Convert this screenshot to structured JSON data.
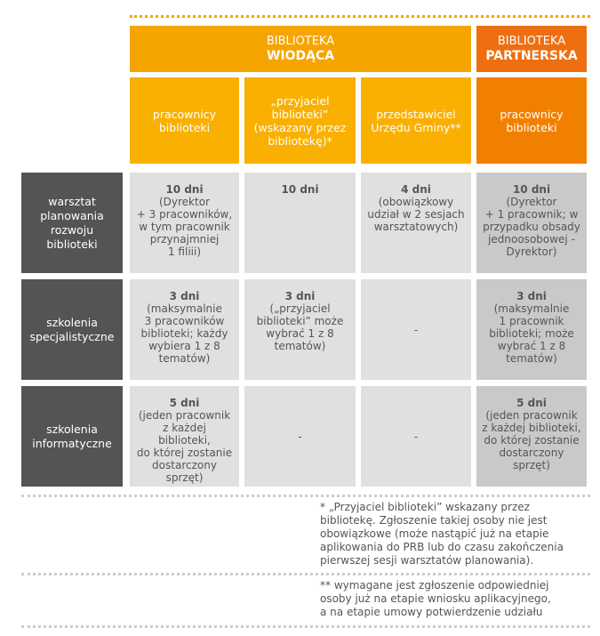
{
  "header": {
    "wiodaca_line1": "BIBLIOTEKA",
    "wiodaca_line2": "WIODĄCA",
    "partnerska_line1": "BIBLIOTEKA",
    "partnerska_line2": "PARTNERSKA"
  },
  "columns": [
    {
      "lines": [
        "pracownicy",
        "biblioteki"
      ]
    },
    {
      "lines": [
        "„przyjaciel",
        "biblioteki”",
        "(wskazany przez",
        "bibliotekę)*"
      ]
    },
    {
      "lines": [
        "przedstawiciel",
        "Urzędu Gminy**"
      ]
    },
    {
      "lines": [
        "pracownicy",
        "biblioteki"
      ]
    }
  ],
  "rows": [
    {
      "label": [
        "warsztat",
        "planowania",
        "rozwoju",
        "biblioteki"
      ],
      "cells": [
        {
          "title": "10 dni",
          "lines": [
            "(Dyrektor",
            "+ 3 pracowników,",
            "w tym pracownik",
            "przynajmniej",
            "1 filiii)"
          ]
        },
        {
          "title": "10 dni",
          "lines": [
            "",
            "",
            "",
            "",
            ""
          ]
        },
        {
          "title": "4 dni",
          "lines": [
            "(obowiązkowy",
            "udział w 2 sesjach",
            "warsztatowych)",
            "",
            ""
          ]
        },
        {
          "title": "10 dni",
          "lines": [
            "(Dyrektor",
            "+ 1 pracownik; w",
            "przypadku obsady",
            "jednoosobowej -",
            "Dyrektor)"
          ]
        }
      ]
    },
    {
      "label": [
        "szkolenia",
        "specjalistyczne"
      ],
      "cells": [
        {
          "title": "3 dni",
          "lines": [
            "(maksymalnie",
            "3 pracowników",
            "biblioteki; każdy",
            "wybiera 1 z 8",
            "tematów)"
          ]
        },
        {
          "title": "3 dni",
          "lines": [
            "(„przyjaciel",
            "biblioteki” może",
            "wybrać 1 z 8",
            "tematów)"
          ]
        },
        {
          "title": "-",
          "lines": []
        },
        {
          "title": "3 dni",
          "lines": [
            "(maksymalnie",
            "1 pracownik",
            "biblioteki; może",
            "wybrać 1 z 8",
            "tematów)"
          ]
        }
      ]
    },
    {
      "label": [
        "szkolenia",
        "informatyczne"
      ],
      "cells": [
        {
          "title": "5 dni",
          "lines": [
            "(jeden pracownik",
            "z każdej biblioteki,",
            "do której zostanie",
            "dostarczony",
            "sprzęt)"
          ]
        },
        {
          "title": "-",
          "lines": []
        },
        {
          "title": "-",
          "lines": []
        },
        {
          "title": "5 dni",
          "lines": [
            "(jeden pracownik",
            "z każdej biblioteki,",
            "do której zostanie",
            "dostarczony",
            "sprzęt)"
          ]
        }
      ]
    }
  ],
  "notes": {
    "note1": [
      "* „Przyjaciel biblioteki” wskazany przez",
      "bibliotekę. Zgłoszenie takiej osoby nie jest",
      "obowiązkowe (może nastąpić już na etapie",
      "aplikowania do PRB lub do czasu zakończenia",
      "pierwszej sesji warsztatów planowania)."
    ],
    "note2": [
      "** wymagane jest zgłoszenie odpowiedniej",
      "osoby już na etapie wniosku aplikacyjnego,",
      "a na etapie umowy potwierdzenie udziału"
    ]
  },
  "colors": {
    "wiodaca": "#f5a400",
    "partnerska": "#ef6e10",
    "subheader_wiodaca": "#f9b000",
    "subheader_partnerska": "#f28000",
    "row_label": "#545454",
    "cell_light": "#e0e0e0",
    "cell_dark": "#c9c9c9"
  }
}
